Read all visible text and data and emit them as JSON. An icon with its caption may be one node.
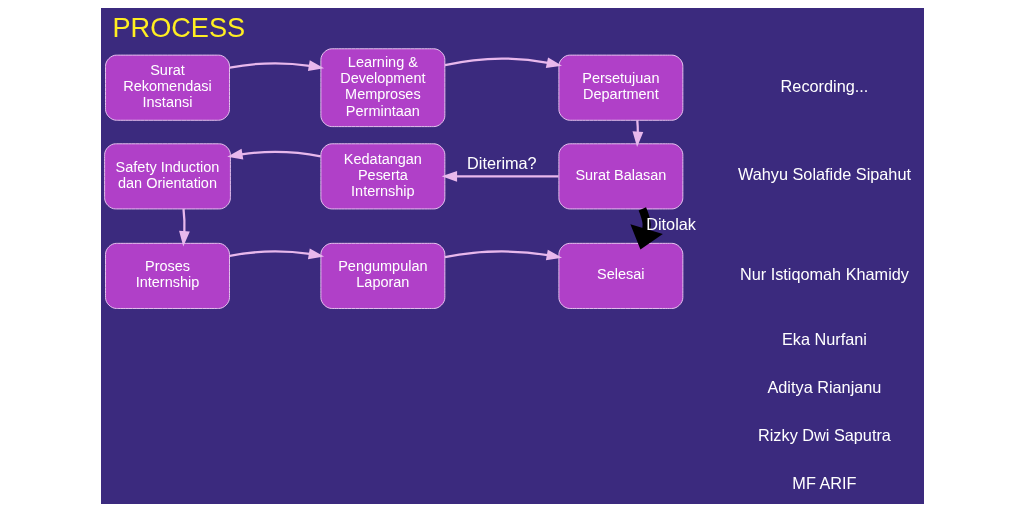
{
  "diagram": {
    "title": "PROCESS",
    "nodes": [
      {
        "text": [
          "Surat Rekomendasi Instansi"
        ]
      },
      {
        "text": [
          "Learning & Development Memproses Permintaan"
        ]
      },
      {
        "text": [
          "Persetujuan Department"
        ]
      },
      {
        "text": [
          "Surat Balasan"
        ]
      },
      {
        "text": [
          "Kedatangan Peserta Internship"
        ]
      },
      {
        "text": [
          "Safety Induction dan Orientation"
        ]
      },
      {
        "text": [
          "Proses Internship"
        ]
      },
      {
        "text": [
          "Pengumpulan Laporan"
        ]
      },
      {
        "text": [
          "Selesai"
        ]
      }
    ],
    "edges": [
      {
        "from": 0,
        "to": 1,
        "arrow": "to"
      },
      {
        "from": 1,
        "to": 2,
        "arrow": "to"
      },
      {
        "from": 2,
        "to": 3,
        "arrow": "to"
      },
      {
        "from": 3,
        "to": 4,
        "arrow": "to",
        "label": "Diterima?"
      },
      {
        "from": 4,
        "to": 5,
        "arrow": "to"
      },
      {
        "from": 5,
        "to": 6,
        "arrow": "to"
      },
      {
        "from": 6,
        "to": 7,
        "arrow": "to"
      },
      {
        "from": 7,
        "to": 8,
        "arrow": "to"
      },
      {
        "from": 3,
        "to": 8,
        "arrow": "to",
        "label": "Ditolak",
        "style": "thick",
        "color": "#000000"
      }
    ],
    "labels": [
      "Recording...",
      "Wahyu Solafide Sipahut",
      "Nur Istiqomah Khamidy",
      "Eka Nurfani",
      "Aditya Rianjanu",
      "Rizky Dwi Saputra",
      "MF ARIF"
    ]
  }
}
